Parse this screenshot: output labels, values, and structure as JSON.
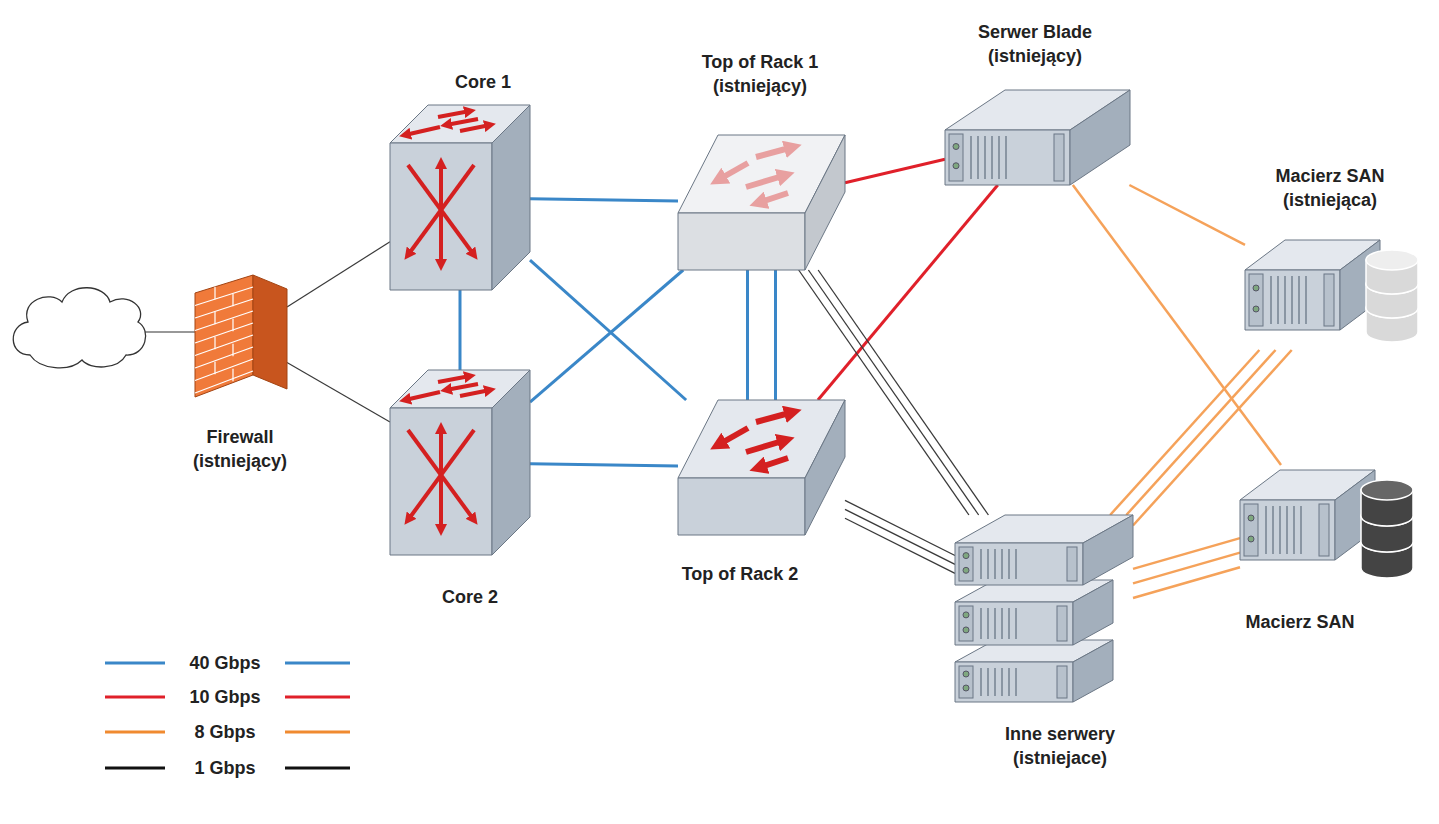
{
  "diagram": {
    "nodes": [
      {
        "text": [
          "Core 1"
        ]
      },
      {
        "text": [
          "Top of Rack 1 (istniejący)"
        ]
      },
      {
        "text": [
          "Serwer Blade (istniejący)"
        ]
      },
      {
        "text": [
          "Macierz SAN (istniejąca)"
        ]
      },
      {
        "text": [
          "Firewall (istniejący)"
        ]
      },
      {
        "text": [
          "Core 2"
        ]
      },
      {
        "text": [
          "Top of Rack 2"
        ]
      },
      {
        "text": [
          "Macierz SAN"
        ]
      },
      {
        "text": [
          "Inne serwery (istniejace)"
        ]
      }
    ],
    "edges": [
      {
        "from": 4,
        "to": 0,
        "arrow": "none"
      },
      {
        "from": 4,
        "to": 5,
        "arrow": "none"
      },
      {
        "from": 0,
        "to": 5,
        "arrow": "none"
      },
      {
        "from": 0,
        "to": 1,
        "arrow": "none"
      },
      {
        "from": 0,
        "to": 6,
        "arrow": "none"
      },
      {
        "from": 5,
        "to": 1,
        "arrow": "none"
      },
      {
        "from": 5,
        "to": 6,
        "arrow": "none"
      },
      {
        "from": 1,
        "to": 6,
        "arrow": "none"
      },
      {
        "from": 1,
        "to": 6,
        "arrow": "none"
      },
      {
        "from": 1,
        "to": 2,
        "arrow": "none"
      },
      {
        "from": 6,
        "to": 2,
        "arrow": "none"
      },
      {
        "from": 1,
        "to": 8,
        "arrow": "none"
      },
      {
        "from": 1,
        "to": 8,
        "arrow": "none"
      },
      {
        "from": 1,
        "to": 8,
        "arrow": "none"
      },
      {
        "from": 6,
        "to": 8,
        "arrow": "none"
      },
      {
        "from": 6,
        "to": 8,
        "arrow": "none"
      },
      {
        "from": 6,
        "to": 8,
        "arrow": "none"
      },
      {
        "from": 2,
        "to": 3,
        "arrow": "none"
      },
      {
        "from": 2,
        "to": 7,
        "arrow": "none"
      },
      {
        "from": 8,
        "to": 3,
        "arrow": "none"
      },
      {
        "from": 8,
        "to": 3,
        "arrow": "none"
      },
      {
        "from": 8,
        "to": 3,
        "arrow": "none"
      },
      {
        "from": 8,
        "to": 7,
        "arrow": "none"
      },
      {
        "from": 8,
        "to": 7,
        "arrow": "none"
      },
      {
        "from": 8,
        "to": 7,
        "arrow": "none"
      }
    ],
    "legend": [
      {
        "text": "40 Gbps"
      },
      {
        "text": "10 Gbps"
      },
      {
        "text": "8 Gbps"
      },
      {
        "text": "1 Gbps"
      }
    ]
  }
}
